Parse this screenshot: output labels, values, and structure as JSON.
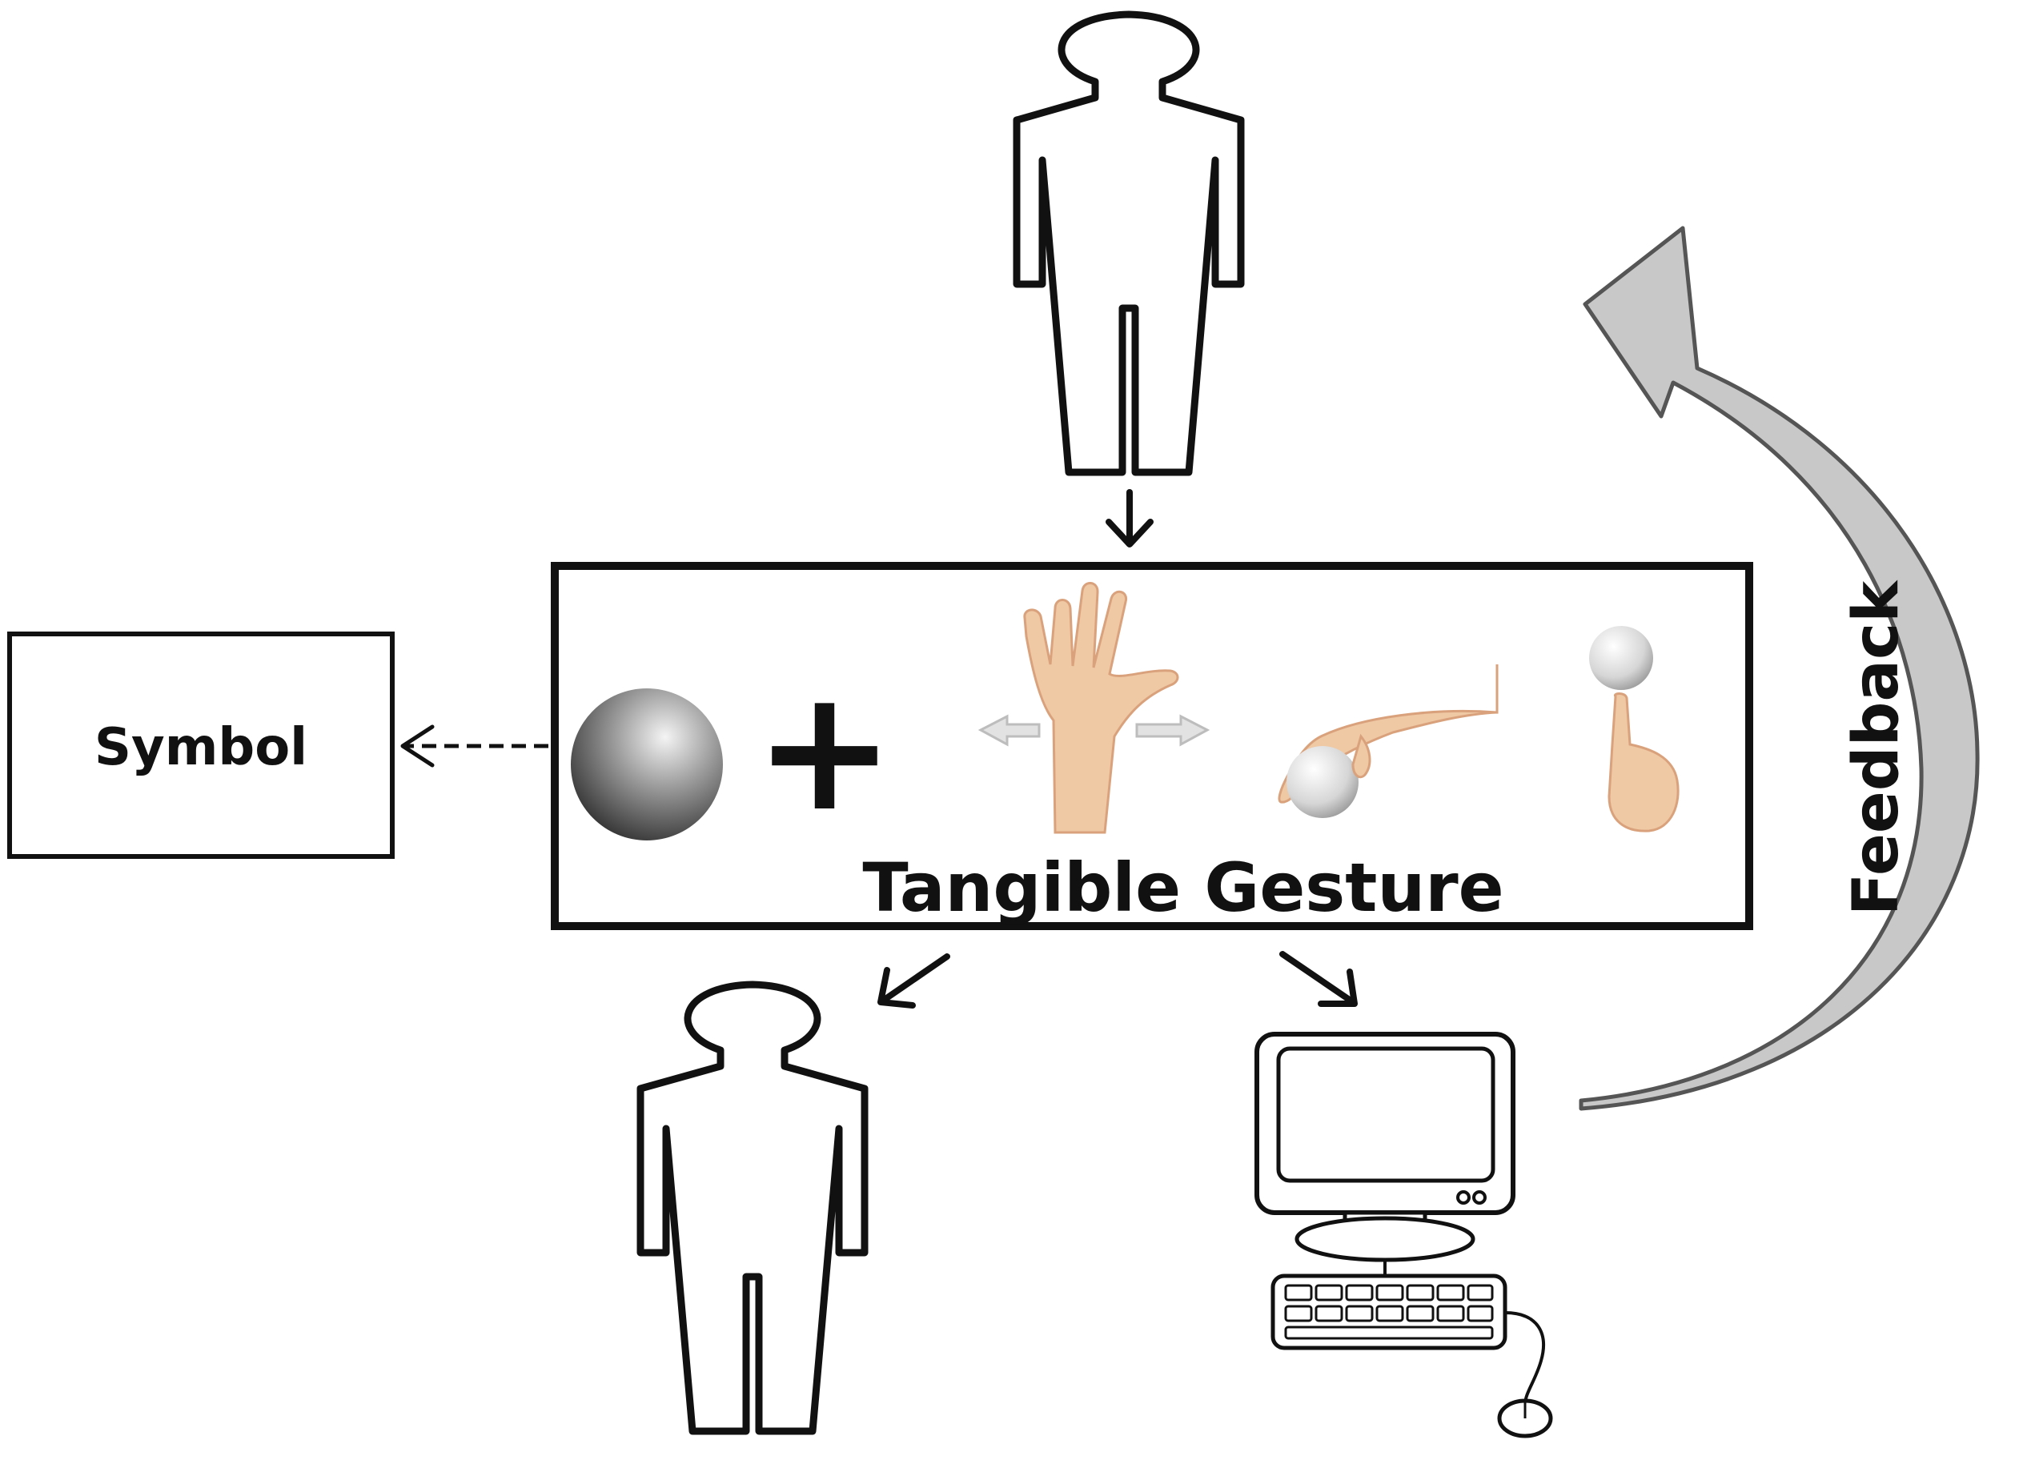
{
  "diagram": {
    "symbol_label": "Symbol",
    "gesture_label": "Tangible Gesture",
    "feedback_label": "Feedback",
    "plus_sign": "+"
  },
  "nodes": [
    {
      "id": "person-top",
      "icon": "person-outline-icon"
    },
    {
      "id": "tangible-gesture-box",
      "label_ref": "gesture_label"
    },
    {
      "id": "symbol-box",
      "label_ref": "symbol_label"
    },
    {
      "id": "person-bottom",
      "icon": "person-outline-icon"
    },
    {
      "id": "computer",
      "icon": "desktop-computer-icon"
    }
  ],
  "edges": [
    {
      "from": "person-top",
      "to": "tangible-gesture-box",
      "style": "solid"
    },
    {
      "from": "tangible-gesture-box",
      "to": "symbol-box",
      "style": "dashed"
    },
    {
      "from": "tangible-gesture-box",
      "to": "person-bottom",
      "style": "solid"
    },
    {
      "from": "tangible-gesture-box",
      "to": "computer",
      "style": "solid"
    },
    {
      "from": "computer",
      "to": "person-top",
      "style": "curved-block-arrow",
      "label_ref": "feedback_label"
    }
  ],
  "colors": {
    "stroke": "#111111",
    "feedback_fill": "#c8c8c8",
    "skin": "#efc8a4",
    "sphere_dark": "#3a3a3a",
    "sphere_light": "#f4f4f4"
  }
}
